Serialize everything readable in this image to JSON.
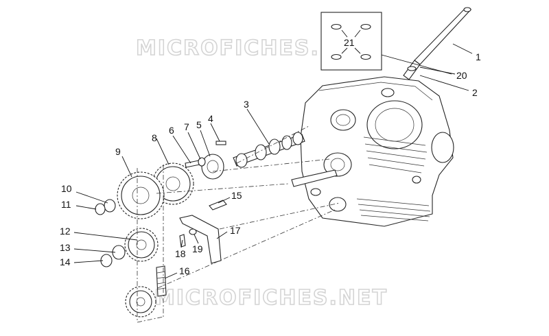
{
  "watermark": {
    "text_top": "MICROFICHES.NET",
    "text_bottom": "MICROFICHES.NET"
  },
  "callouts": [
    {
      "id": "1",
      "text": "1"
    },
    {
      "id": "2",
      "text": "2"
    },
    {
      "id": "3",
      "text": "3"
    },
    {
      "id": "4",
      "text": "4"
    },
    {
      "id": "5",
      "text": "5"
    },
    {
      "id": "6",
      "text": "6"
    },
    {
      "id": "7",
      "text": "7"
    },
    {
      "id": "8",
      "text": "8"
    },
    {
      "id": "9",
      "text": "9"
    },
    {
      "id": "10",
      "text": "10"
    },
    {
      "id": "11",
      "text": "11"
    },
    {
      "id": "12",
      "text": "12"
    },
    {
      "id": "13",
      "text": "13"
    },
    {
      "id": "14",
      "text": "14"
    },
    {
      "id": "15",
      "text": "15"
    },
    {
      "id": "16",
      "text": "16"
    },
    {
      "id": "17",
      "text": "17"
    },
    {
      "id": "18",
      "text": "18"
    },
    {
      "id": "19",
      "text": "19"
    },
    {
      "id": "20",
      "text": "20"
    },
    {
      "id": "21",
      "text": "21"
    }
  ]
}
